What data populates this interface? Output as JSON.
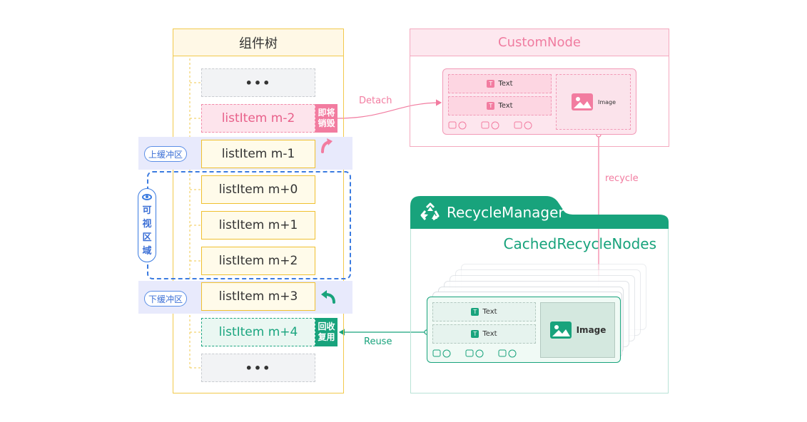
{
  "tree": {
    "title": "组件树",
    "items": [
      {
        "label": "•••"
      },
      {
        "label": "listItem m-2"
      },
      {
        "label": "listItem m-1"
      },
      {
        "label": "listItem m+0"
      },
      {
        "label": "listItem m+1"
      },
      {
        "label": "listItem m+2"
      },
      {
        "label": "listItem m+3"
      },
      {
        "label": "listItem m+4"
      },
      {
        "label": "•••"
      }
    ],
    "upper_buffer": "上缓冲区",
    "lower_buffer": "下缓冲区",
    "visible_area": [
      "可",
      "视",
      "区",
      "域"
    ],
    "destroy_tag": [
      "即将",
      "销毁"
    ],
    "reuse_tag": [
      "回收",
      "复用"
    ]
  },
  "custom_node": {
    "title": "CustomNode",
    "text_label": "Text",
    "image_label": "Image"
  },
  "recycle_manager": {
    "title": "RecycleManager",
    "cached_label": "CachedRecycleNodes",
    "text_label": "Text",
    "image_label": "Image"
  },
  "arrows": {
    "detach": "Detach",
    "recycle": "recycle",
    "reuse": "Reuse"
  },
  "colors": {
    "yellow": "#f2c94c",
    "pink": "#f27ca0",
    "green": "#18a37c",
    "blue": "#3b7be0"
  }
}
